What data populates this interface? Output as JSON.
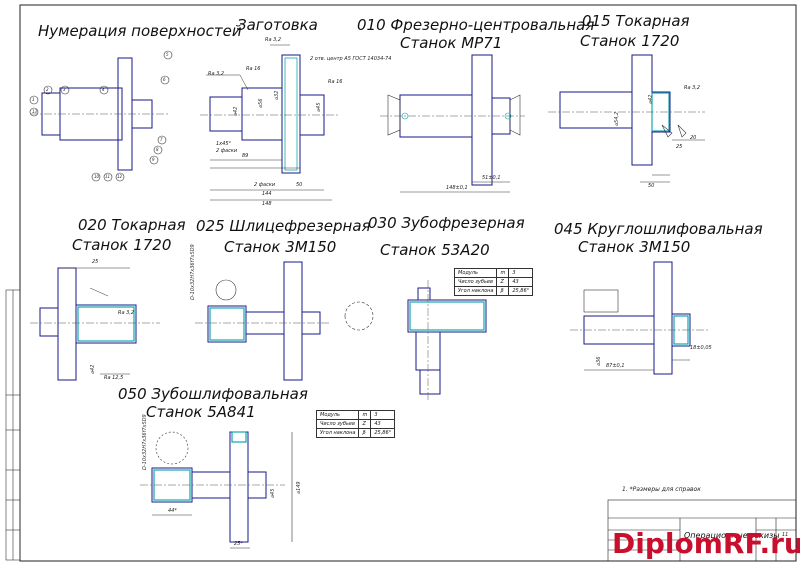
{
  "sheet": {
    "titles": {
      "numbering": "Нумерация поверхностей",
      "blank": "Заготовка",
      "op010_line1": "010 Фрезерно-центровальная",
      "op010_line2": "Станок МР71",
      "op015_line1": "015 Токарная",
      "op015_line2": "Станок 1720",
      "op020_line1": "020 Токарная",
      "op020_line2": "Станок 1720",
      "op025_line1": "025 Шлицефрезерная",
      "op025_line2": "Станок 3М150",
      "op030_line1": "030 Зубофрезерная",
      "op030_line2": "Станок 53А20",
      "op045_line1": "045 Круглошлифовальная",
      "op045_line2": "Станок 3М150",
      "op050_line1": "050 Зубошлифовальная",
      "op050_line2": "Станок 5А841"
    },
    "note": "1. *Размеры для справок",
    "stamp_title": "Операционные эскизы",
    "stamp_sheet": "11",
    "watermark": "DiplomRF.ru"
  },
  "gear_table_030": {
    "rows": [
      {
        "param": "Модуль",
        "sym": "m",
        "val": "3"
      },
      {
        "param": "Число зубьев",
        "sym": "Z",
        "val": "43"
      },
      {
        "param": "Угол наклона",
        "sym": "β",
        "val": "25,86°"
      }
    ]
  },
  "gear_table_050": {
    "rows": [
      {
        "param": "Модуль",
        "sym": "m",
        "val": "3"
      },
      {
        "param": "Число зубьев",
        "sym": "Z",
        "val": "43"
      },
      {
        "param": "Угол наклона",
        "sym": "β",
        "val": "25,86°"
      }
    ]
  },
  "dims": {
    "blank_ra32": "Ra 3,2",
    "blank_ra16": "Ra 16",
    "blank_d42": "⌀42",
    "blank_d32": "⌀32",
    "blank_d56": "⌀56",
    "blank_d45": "⌀45",
    "blank_center_note": "2 отв. центр А5 ГОСТ 14034-74",
    "blank_L89": "89",
    "blank_L144": "144",
    "blank_L148": "148",
    "blank_L50": "50",
    "blank_chamfer": "2 фаски",
    "blank_1x45": "1x45°",
    "op010_L148": "148±0,1",
    "op010_L51": "51±0,1",
    "op015_ra32": "Ra 3,2",
    "op015_d42": "⌀42",
    "op015_d54": "⌀54,2",
    "op015_L20": "20",
    "op015_L25": "25",
    "op015_L50": "50",
    "op020_L25": "25",
    "op020_ra32": "Ra 3,2",
    "op020_ra125": "Ra 12,5",
    "op020_d42": "⌀42",
    "op025_spline": "D-10x32H7x36f7x5D9",
    "op045_d36": "⌀36",
    "op045_L87": "87±0,1",
    "op045_L18": "18±0,05",
    "op050_d149": "⌀149",
    "op050_d45": "⌀45",
    "op050_L44": "44*",
    "op050_L25": "25*"
  },
  "surface_numbers": [
    "1",
    "2",
    "3",
    "4",
    "5",
    "6",
    "7",
    "8",
    "9",
    "10",
    "11",
    "12",
    "13"
  ]
}
